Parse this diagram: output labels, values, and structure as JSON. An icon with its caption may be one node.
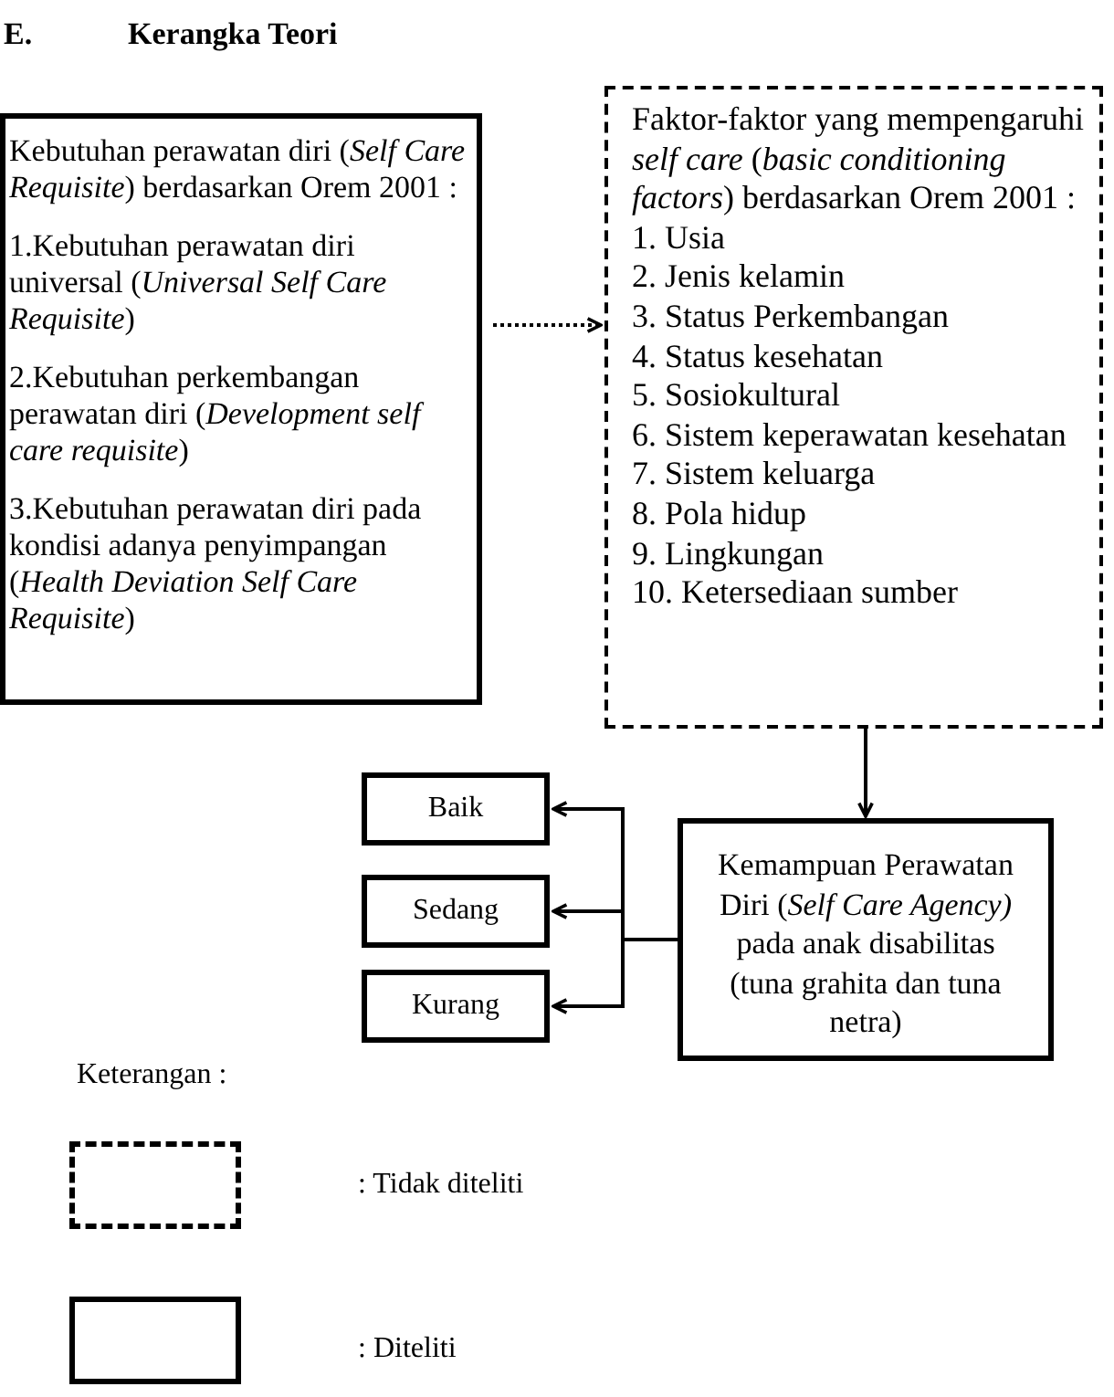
{
  "diagram": {
    "title": "Kerangka Teori",
    "nodes": [
      {
        "text": [
          "Kebutuhan perawatan diri  (*Self Care Requisite*) berdasarkan Orem 2001 :",
          "1.Kebutuhan perawatan diri universal (*Universal Self Care Requisite*)",
          "2.Kebutuhan perkembangan perawatan diri (*Development self care requisite*)",
          "3.Kebutuhan perawatan diri pada kondisi adanya penyimpangan (*Health Deviation Self Care Requisite*)"
        ]
      },
      {
        "text": [
          "Faktor-faktor yang mempengaruhi *self care* (*basic conditioning factors*) berdasarkan Orem 2001 :",
          "1. Usia",
          "2. Jenis kelamin",
          "3. Status Perkembangan",
          "4. Status kesehatan",
          "5. Sosiokultural",
          "6. Sistem keperawatan kesehatan",
          "7. Sistem keluarga",
          "8. Pola hidup",
          "9. Lingkungan",
          "10. Ketersediaan sumber"
        ]
      },
      {
        "text": [
          "Kemampuan Perawatan Diri (*Self Care Agency)* pada anak disabilitas (tuna grahita dan tuna netra)"
        ]
      },
      {
        "text": [
          "Baik"
        ]
      },
      {
        "text": [
          "Sedang"
        ]
      },
      {
        "text": [
          "Kurang"
        ]
      },
      {
        "text": [],
        "shape": "box"
      },
      {
        "text": [],
        "shape": "box"
      }
    ],
    "edges": [
      {
        "from": 0,
        "to": 1,
        "arrow": "to",
        "style": "dashed"
      },
      {
        "from": 1,
        "to": 2,
        "arrow": "to"
      },
      {
        "from": 2,
        "to": 3,
        "arrow": "to"
      },
      {
        "from": 2,
        "to": 4,
        "arrow": "to"
      },
      {
        "from": 2,
        "to": 5,
        "arrow": "to"
      }
    ],
    "labels": [
      "E.",
      "Keterangan :"
    ],
    "legend": [
      {
        "text": ": Tidak diteliti"
      },
      {
        "text": ": Diteliti"
      }
    ]
  }
}
